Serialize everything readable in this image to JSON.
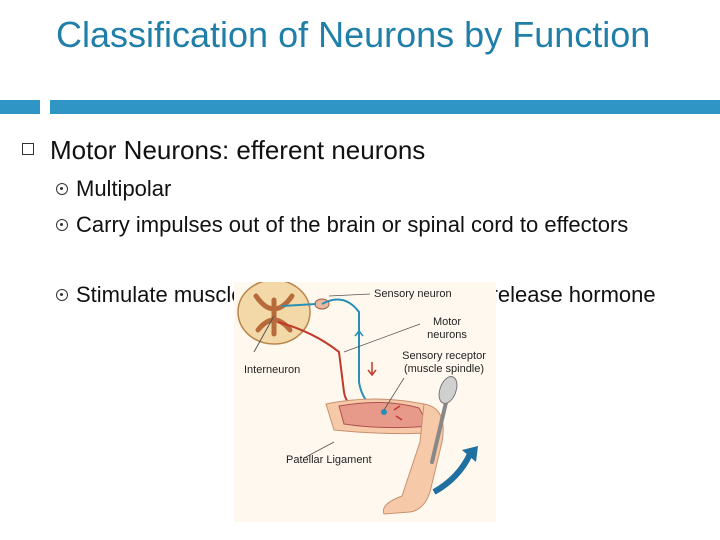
{
  "title": "Classification of Neurons by Function",
  "bullet_main": "Motor Neurons: efferent neurons",
  "sub_bullets": [
    "Multipolar",
    "Carry impulses out of the brain or spinal cord to effectors",
    "Stimulate muscles to contract or glands to release hormone"
  ],
  "figure": {
    "labels": {
      "sensory_neuron": "Sensory neuron",
      "motor_neurons": "Motor neurons",
      "sensory_receptor": "Sensory receptor (muscle spindle)",
      "interneuron": "Interneuron",
      "patellar_ligament": "Patellar Ligament"
    }
  },
  "colors": {
    "title": "#1f7fa8",
    "rule": "#2e95c4",
    "nerve_red": "#c0392b",
    "nerve_blue": "#2a8fb5",
    "arrow": "#1f6fa0"
  }
}
